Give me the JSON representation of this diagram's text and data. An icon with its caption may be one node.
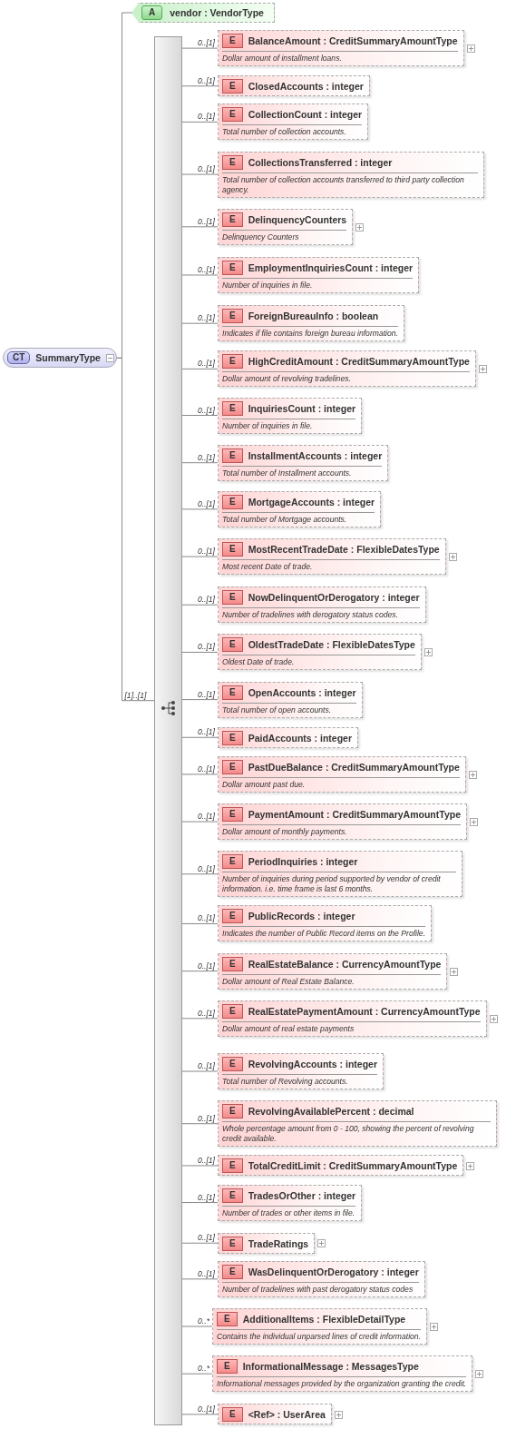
{
  "diagram": {
    "nodes": [
      {
        "text": [
          "CT",
          "SummaryType"
        ]
      },
      {
        "text": [
          "A",
          "vendor : VendorType"
        ]
      },
      {
        "text": [],
        "shape": "bar"
      },
      {
        "text": [
          "E",
          "BalanceAmount : CreditSummaryAmountType",
          "Dollar amount of installment loans."
        ]
      },
      {
        "text": [
          "E",
          "ClosedAccounts : integer"
        ]
      },
      {
        "text": [
          "E",
          "CollectionCount : integer",
          "Total number of collection accounts."
        ]
      },
      {
        "text": [
          "E",
          "CollectionsTransferred : integer",
          "Total number of collection accounts transferred to third party collection agency."
        ]
      },
      {
        "text": [
          "E",
          "DelinquencyCounters",
          "Delinquency Counters"
        ]
      },
      {
        "text": [
          "E",
          "EmploymentInquiriesCount : integer",
          "Number of inquiries in file."
        ]
      },
      {
        "text": [
          "E",
          "ForeignBureauInfo : boolean",
          "Indicates if file contains foreign bureau information."
        ]
      },
      {
        "text": [
          "E",
          "HighCreditAmount : CreditSummaryAmountType",
          "Dollar amount of revolving tradelines."
        ]
      },
      {
        "text": [
          "E",
          "InquiriesCount : integer",
          "Number of inquiries in file."
        ]
      },
      {
        "text": [
          "E",
          "InstallmentAccounts : integer",
          "Total number of Installment accounts."
        ]
      },
      {
        "text": [
          "E",
          "MortgageAccounts : integer",
          "Total number of Mortgage accounts."
        ]
      },
      {
        "text": [
          "E",
          "MostRecentTradeDate : FlexibleDatesType",
          "Most recent Date of trade."
        ]
      },
      {
        "text": [
          "E",
          "NowDelinquentOrDerogatory : integer",
          "Number of tradelines with derogatory status codes."
        ]
      },
      {
        "text": [
          "E",
          "OldestTradeDate : FlexibleDatesType",
          "Oldest Date of trade."
        ]
      },
      {
        "text": [
          "E",
          "OpenAccounts : integer",
          "Total number of open accounts."
        ]
      },
      {
        "text": [
          "E",
          "PaidAccounts : integer"
        ]
      },
      {
        "text": [
          "E",
          "PastDueBalance : CreditSummaryAmountType",
          "Dollar amount past due."
        ]
      },
      {
        "text": [
          "E",
          "PaymentAmount : CreditSummaryAmountType",
          "Dollar amount of monthly payments."
        ]
      },
      {
        "text": [
          "E",
          "PeriodInquiries : integer",
          "Number of inquiries during period supported by vendor of credit information. i.e. time frame is last 6 months."
        ]
      },
      {
        "text": [
          "E",
          "PublicRecords : integer",
          "Indicates the number of Public Record items on the Profile."
        ]
      },
      {
        "text": [
          "E",
          "RealEstateBalance : CurrencyAmountType",
          "Dollar amount of Real Estate Balance."
        ]
      },
      {
        "text": [
          "E",
          "RealEstatePaymentAmount : CurrencyAmountType",
          "Dollar amount of real estate payments"
        ]
      },
      {
        "text": [
          "E",
          "RevolvingAccounts : integer",
          "Total number of Revolving accounts."
        ]
      },
      {
        "text": [
          "E",
          "RevolvingAvailablePercent : decimal",
          "Whole percentage amount from 0 - 100, showing the percent of revolving credit available."
        ]
      },
      {
        "text": [
          "E",
          "TotalCreditLimit : CreditSummaryAmountType"
        ]
      },
      {
        "text": [
          "E",
          "TradesOrOther : integer",
          "Number of trades or other items in file."
        ]
      },
      {
        "text": [
          "E",
          "TradeRatings"
        ]
      },
      {
        "text": [
          "E",
          "WasDelinquentOrDerogatory : integer",
          "Number of tradelines with past derogatory status codes"
        ]
      },
      {
        "text": [
          "E",
          "AdditionalItems : FlexibleDetailType",
          "Contains the individual unparsed lines of credit information."
        ]
      },
      {
        "text": [
          "E",
          "InformationalMessage : MessagesType",
          "Informational messages provided by the organization granting the credit."
        ]
      },
      {
        "text": [
          "E",
          "<Ref> : UserArea"
        ]
      }
    ],
    "edges": [
      {
        "from": 0,
        "to": 1,
        "arrow": "none"
      },
      {
        "from": 0,
        "to": 2,
        "arrow": "none",
        "label": "[1]..[1]"
      },
      {
        "from": 2,
        "to": 3,
        "arrow": "none",
        "label": "0..[1]"
      },
      {
        "from": 2,
        "to": 4,
        "arrow": "none",
        "label": "0..[1]"
      },
      {
        "from": 2,
        "to": 5,
        "arrow": "none",
        "label": "0..[1]"
      },
      {
        "from": 2,
        "to": 6,
        "arrow": "none",
        "label": "0..[1]"
      },
      {
        "from": 2,
        "to": 7,
        "arrow": "none",
        "label": "0..[1]"
      },
      {
        "from": 2,
        "to": 8,
        "arrow": "none",
        "label": "0..[1]"
      },
      {
        "from": 2,
        "to": 9,
        "arrow": "none",
        "label": "0..[1]"
      },
      {
        "from": 2,
        "to": 10,
        "arrow": "none",
        "label": "0..[1]"
      },
      {
        "from": 2,
        "to": 11,
        "arrow": "none",
        "label": "0..[1]"
      },
      {
        "from": 2,
        "to": 12,
        "arrow": "none",
        "label": "0..[1]"
      },
      {
        "from": 2,
        "to": 13,
        "arrow": "none",
        "label": "0..[1]"
      },
      {
        "from": 2,
        "to": 14,
        "arrow": "none",
        "label": "0..[1]"
      },
      {
        "from": 2,
        "to": 15,
        "arrow": "none",
        "label": "0..[1]"
      },
      {
        "from": 2,
        "to": 16,
        "arrow": "none",
        "label": "0..[1]"
      },
      {
        "from": 2,
        "to": 17,
        "arrow": "none",
        "label": "0..[1]"
      },
      {
        "from": 2,
        "to": 18,
        "arrow": "none",
        "label": "0..[1]"
      },
      {
        "from": 2,
        "to": 19,
        "arrow": "none",
        "label": "0..[1]"
      },
      {
        "from": 2,
        "to": 20,
        "arrow": "none",
        "label": "0..[1]"
      },
      {
        "from": 2,
        "to": 21,
        "arrow": "none",
        "label": "0..[1]"
      },
      {
        "from": 2,
        "to": 22,
        "arrow": "none",
        "label": "0..[1]"
      },
      {
        "from": 2,
        "to": 23,
        "arrow": "none",
        "label": "0..[1]"
      },
      {
        "from": 2,
        "to": 24,
        "arrow": "none",
        "label": "0..[1]"
      },
      {
        "from": 2,
        "to": 25,
        "arrow": "none",
        "label": "0..[1]"
      },
      {
        "from": 2,
        "to": 26,
        "arrow": "none",
        "label": "0..[1]"
      },
      {
        "from": 2,
        "to": 27,
        "arrow": "none",
        "label": "0..[1]"
      },
      {
        "from": 2,
        "to": 28,
        "arrow": "none",
        "label": "0..[1]"
      },
      {
        "from": 2,
        "to": 29,
        "arrow": "none",
        "label": "0..[1]"
      },
      {
        "from": 2,
        "to": 30,
        "arrow": "none",
        "label": "0..[1]"
      },
      {
        "from": 2,
        "to": 31,
        "arrow": "none",
        "label": "0..*"
      },
      {
        "from": 2,
        "to": 32,
        "arrow": "none",
        "label": "0..*"
      },
      {
        "from": 2,
        "to": 33,
        "arrow": "none",
        "label": "0..[1]"
      }
    ]
  }
}
